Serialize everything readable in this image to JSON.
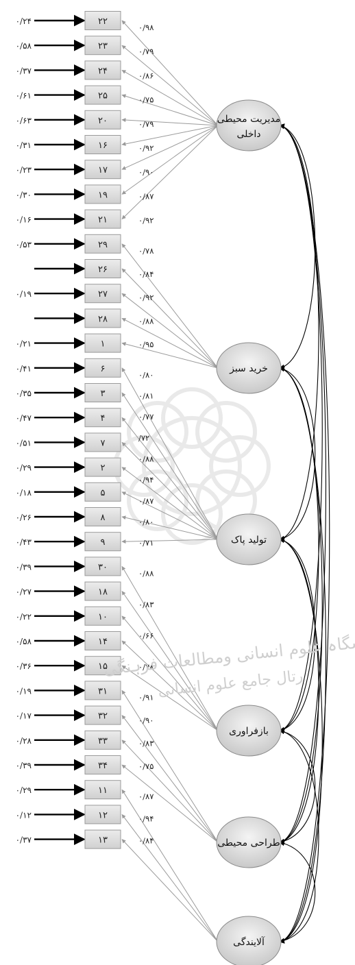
{
  "factors": [
    {
      "id": "internal",
      "label_line1": "مدیریت محیطی",
      "label_line2": "داخلی",
      "items": [
        "۲۲",
        "۲۳",
        "۲۴",
        "۲۵",
        "۲۰",
        "۱۶",
        "۱۷",
        "۱۹",
        "۲۱"
      ],
      "errors": [
        "۰/۲۴",
        "۰/۵۸",
        "۰/۳۷",
        "۰/۶۱",
        "۰/۶۳",
        "۰/۳۱",
        "۰/۲۳",
        "۰/۳۰",
        "۰/۱۶"
      ],
      "loadings": [
        "۰/۹۸",
        "۰/۷۹",
        "۰/۸۶",
        "۰/۷۵",
        "۰/۷۹",
        "۰/۹۲",
        "۰/۹۰",
        "۰/۸۷",
        "۰/۹۲"
      ]
    },
    {
      "id": "green_purchase",
      "label_line1": "خرید سبز",
      "label_line2": "",
      "items": [
        "۲۹",
        "۲۶",
        "۲۷",
        "۲۸",
        "۱"
      ],
      "errors": [
        "۰/۵۳",
        "",
        "۰/۱۹",
        "",
        "۰/۲۱"
      ],
      "loadings": [
        "۰/۷۸",
        "۰/۸۴",
        "۰/۹۲",
        "۰/۸۸",
        "۰/۹۵"
      ]
    },
    {
      "id": "clean_production",
      "label_line1": "تولید پاک",
      "label_line2": "",
      "items": [
        "۶",
        "۳",
        "۴",
        "۷",
        "۲",
        "۵",
        "۸",
        "۹"
      ],
      "errors": [
        "۰/۴۱",
        "۰/۳۵",
        "۰/۴۷",
        "۰/۵۱",
        "۰/۲۹",
        "۰/۱۸",
        "۰/۲۶",
        "۰/۴۳"
      ],
      "loadings": [
        "۰/۸۰",
        "۰/۸۱",
        "۰/۷۷",
        "/۷۲",
        "۰/۸۸",
        "۰/۹۴",
        "۰/۸۷",
        "۰/۸۰",
        "۰/۷۱"
      ]
    },
    {
      "id": "recycling",
      "label_line1": "بازفراوری",
      "label_line2": "",
      "items": [
        "۳۰",
        "۱۸",
        "۱۰",
        "۱۴",
        "۱۵"
      ],
      "errors": [
        "۰/۳۹",
        "۰/۲۷",
        "۰/۲۲",
        "۰/۵۸",
        "۰/۳۶"
      ],
      "loadings": [
        "۰/۸۸",
        "۰/۸۳",
        "۰/۶۶",
        "۰/۷۸"
      ]
    },
    {
      "id": "eco_design",
      "label_line1": "طراحی محیطی",
      "label_line2": "",
      "items": [
        "۳۱",
        "۳۲",
        "۳۳",
        "۳۴"
      ],
      "errors": [
        "۰/۱۹",
        "۰/۱۷",
        "۰/۲۸",
        "۰/۳۹"
      ],
      "loadings": [
        "۰/۹۱",
        "۰/۹۰",
        "۰/۸۳",
        "۰/۷۵"
      ]
    },
    {
      "id": "pollution",
      "label_line1": "آلایندگی",
      "label_line2": "",
      "items": [
        "۱۱",
        "۱۲",
        "۱۳"
      ],
      "errors": [
        "۰/۲۹",
        "۰/۱۲",
        "۰/۳۷"
      ],
      "loadings": [
        "۰/۸۷",
        "۰/۹۴",
        "۰/۸۴"
      ]
    }
  ],
  "watermark": {
    "line1": "پژوہشگاہ علوم انسانی ومطالعات فرہنگی",
    "line2": "رتال جامع علوم انسانی"
  }
}
